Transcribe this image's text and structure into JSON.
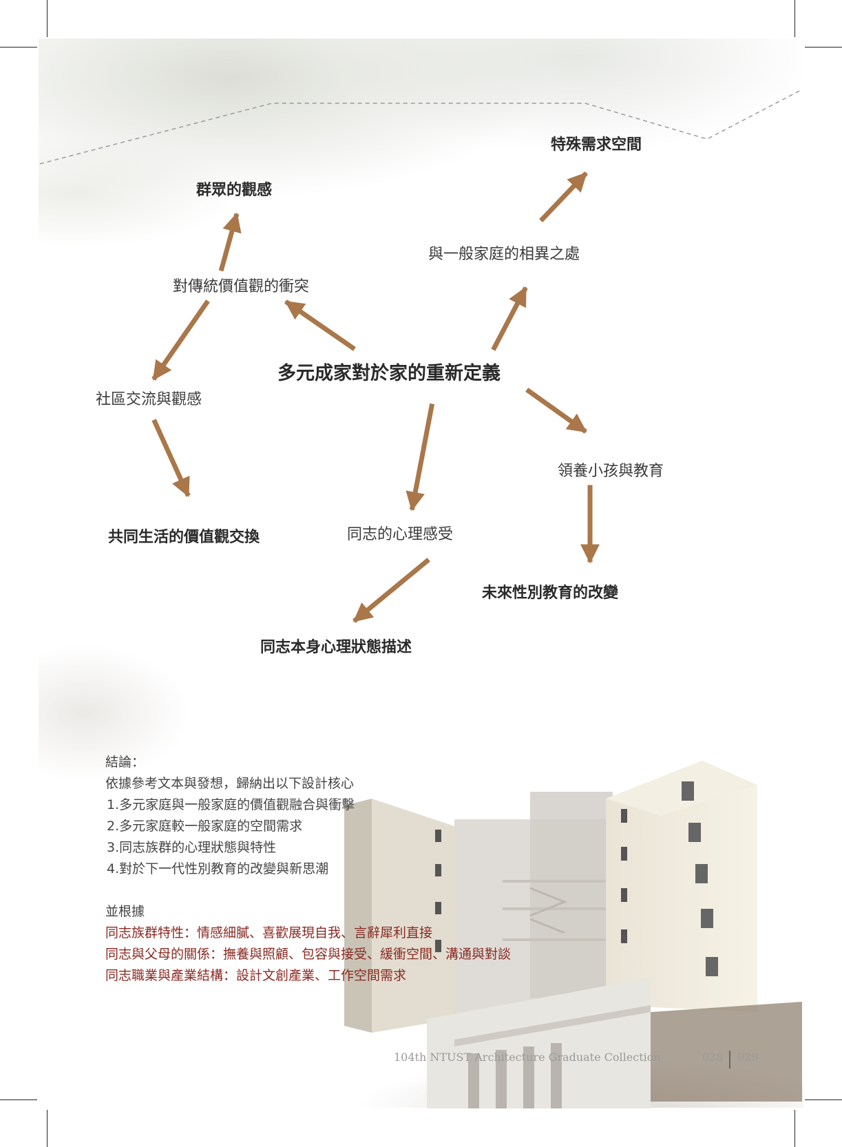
{
  "diagram": {
    "center": "多元成家對於家的重新定義",
    "nodes": {
      "traditional_conflict": "對傳統價值觀的衝突",
      "public_perception": "群眾的觀感",
      "community": "社區交流與觀感",
      "shared_values": "共同生活的價值觀交換",
      "differences": "與一般家庭的相異之處",
      "special_space": "特殊需求空間",
      "adoption": "領養小孩與教育",
      "future_education": "未來性別教育的改變",
      "psychology": "同志的心理感受",
      "self_description": "同志本身心理狀態描述"
    },
    "arrow_color": "#a9774a"
  },
  "conclusion": {
    "title": "結論：",
    "intro": "依據參考文本與發想，歸納出以下設計核心",
    "items": [
      "1.多元家庭與一般家庭的價值觀融合與衝擊",
      "2.多元家庭較一般家庭的空間需求",
      "3.同志族群的心理狀態與特性",
      "4.對於下一代性別教育的改變與新思潮"
    ],
    "basis_title": "並根據",
    "basis": [
      "同志族群特性：情感細膩、喜歡展現自我、言辭犀利直接",
      "同志與父母的關係：撫養與照顧、包容與接受、緩衝空間、溝通與對談",
      "同志職業與產業結構：設計文創產業、工作空間需求"
    ]
  },
  "footer": {
    "collection": "104th NTUST Architecture Graduate Collection",
    "page_left": "028",
    "page_right": "029"
  }
}
